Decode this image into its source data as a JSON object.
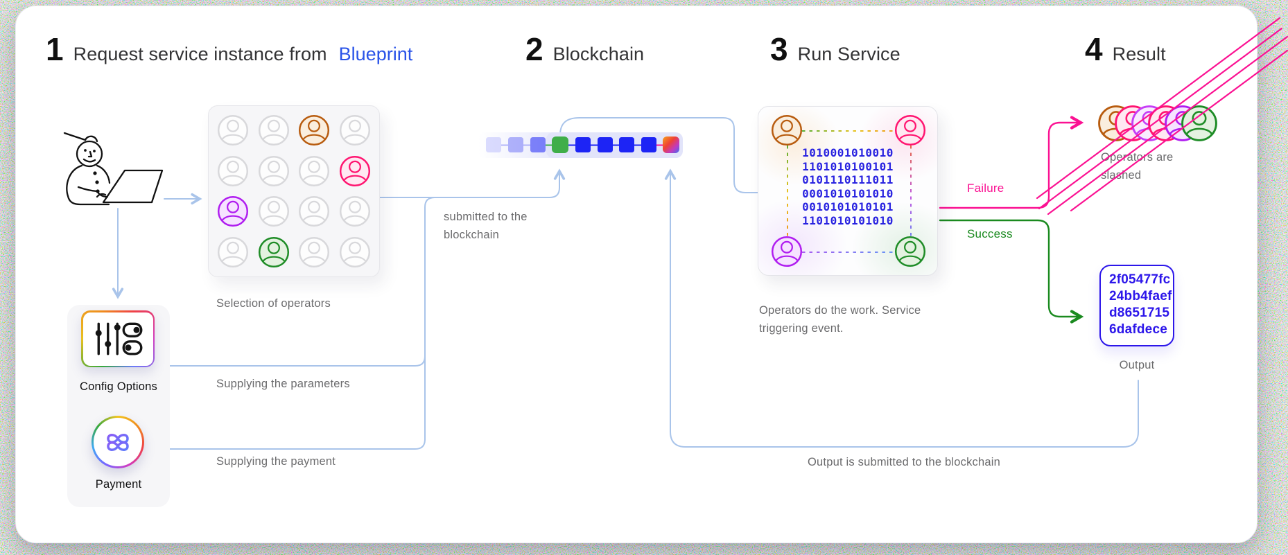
{
  "palette": {
    "lines": {
      "line_blue": "#a9c4ea",
      "chain_blue": "#1d24f5",
      "chain_green": "#3fae49",
      "failure_pink": "#fb1192",
      "success_green": "#1a8a1f",
      "output_blue": "#2c16ea",
      "binary_blue": "#2822e0",
      "accent_blue": "#2953e8"
    },
    "avatars": {
      "gray": {
        "stroke": "#d8d8db",
        "fill": "#fdfdfd"
      },
      "orange": {
        "stroke": "#b85c0f",
        "fill": "#faeede"
      },
      "pink": {
        "stroke": "#ff1470",
        "fill": "#ffe8f2"
      },
      "purple": {
        "stroke": "#b01df0",
        "fill": "#f6e3ff"
      },
      "violet": {
        "stroke": "#c63ef7",
        "fill": "#f9ecff"
      },
      "green": {
        "stroke": "#1e8c26",
        "fill": "#e4f2e0"
      }
    }
  },
  "icons": {
    "config": "sliders-and-toggles-icon",
    "payment": "knot-loops-icon",
    "user": "snowman-at-laptop-illustration"
  },
  "steps": [
    {
      "num": "1",
      "title": "Request service instance from",
      "accent": "Blueprint"
    },
    {
      "num": "2",
      "title": "Blockchain"
    },
    {
      "num": "3",
      "title": "Run Service"
    },
    {
      "num": "4",
      "title": "Result"
    }
  ],
  "operators": {
    "caption": "Selection of operators",
    "grid": [
      "gray",
      "gray",
      "orange",
      "gray",
      "gray",
      "gray",
      "gray",
      "pink",
      "purple",
      "gray",
      "gray",
      "gray",
      "gray",
      "green",
      "gray",
      "gray"
    ]
  },
  "config": {
    "label": "Config Options",
    "caption": "Supplying the parameters"
  },
  "payment": {
    "label": "Payment",
    "caption": "Supplying the payment"
  },
  "blockchain": {
    "submit_caption": "submitted to the\nblockchain",
    "blocks": [
      "faded",
      "faded",
      "faded",
      "green",
      "blue",
      "blue",
      "blue",
      "blue",
      "rainbow"
    ],
    "connectors": [
      "faded",
      "faded",
      "green",
      "blue",
      "blue",
      "blue",
      "blue",
      "pink"
    ]
  },
  "service": {
    "caption": "Operators do the work. Service\ntriggering event.",
    "corner_operators": [
      "orange",
      "pink",
      "purple",
      "green"
    ],
    "binary_lines": [
      "1010001010010",
      "1101010100101",
      "0101110111011",
      "0001010101010",
      "0010101010101",
      "1101010101010"
    ]
  },
  "result": {
    "failure_label": "Failure",
    "success_label": "Success",
    "slashed_caption": "Operators are\nslashed",
    "slashed_operators": [
      "orange",
      "pink",
      "violet",
      "pink",
      "purple",
      "green"
    ],
    "output_hash_lines": [
      "2f05477fc",
      "24bb4faef",
      "d8651715",
      "6dafdece"
    ],
    "output_label": "Output",
    "bottom_caption": "Output is submitted to the blockchain"
  }
}
